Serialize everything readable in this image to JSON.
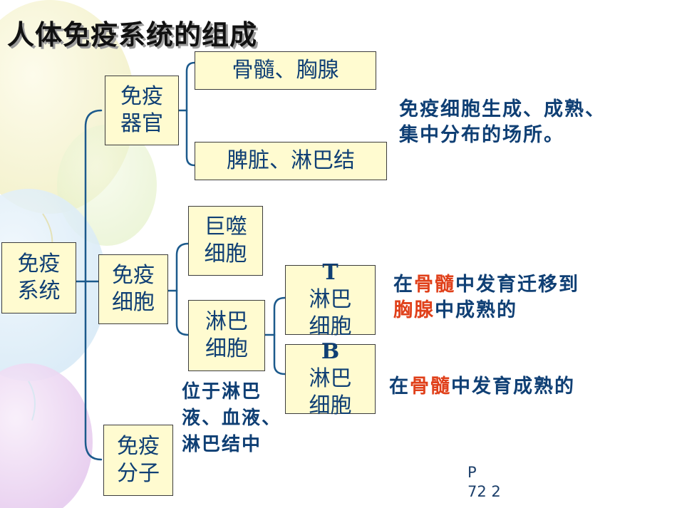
{
  "slide": {
    "title": "人体免疫系统的组成",
    "page_number_prefix": "P",
    "page_number": "72 2"
  },
  "nodes": {
    "root": [
      "免疫",
      "系统"
    ],
    "organs": [
      "免疫",
      "器官"
    ],
    "cells": [
      "免疫",
      "细胞"
    ],
    "molecules": [
      "免疫",
      "分子"
    ],
    "marrow_thymus": "骨髓、胸腺",
    "spleen_lymph": "脾脏、淋巴结",
    "macrophage": [
      "巨噬",
      "细胞"
    ],
    "lymphocyte": [
      "淋巴",
      "细胞"
    ],
    "t_cell": {
      "letter": "T",
      "line1": "淋巴",
      "line2": "细胞"
    },
    "b_cell": {
      "letter": "B",
      "line1": "淋巴",
      "line2": "细胞"
    }
  },
  "notes": {
    "organs_note": [
      "免疫细胞生成、成熟、",
      "集中分布的场所。"
    ],
    "t_note": {
      "pre": "在",
      "hl1": "骨髓",
      "mid": "中发育迁移到",
      "hl2": "胸腺",
      "post": "中成熟的"
    },
    "b_note": {
      "pre": "在",
      "hl1": "骨髓",
      "post": "中发育成熟的"
    },
    "lymph_note": [
      "位于淋巴",
      "液、血液、",
      "淋巴结中"
    ]
  },
  "colors": {
    "box_fill": "#fffbd0",
    "box_text": "#0f3f74",
    "highlight": "#e0401a",
    "connector": "#1c5a8c"
  }
}
